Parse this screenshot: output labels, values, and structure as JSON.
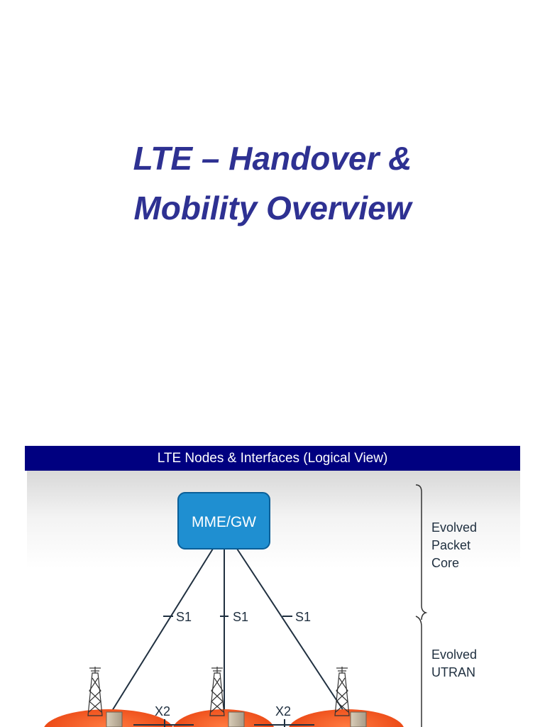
{
  "document": {
    "title_line1": "LTE – Handover &",
    "title_line2": "Mobility Overview"
  },
  "slide": {
    "header": "LTE Nodes & Interfaces (Logical View)",
    "core_node_label": "MME/GW",
    "interfaces": {
      "s1_left": "S1",
      "s1_center": "S1",
      "s1_right": "S1",
      "x2_left": "X2",
      "x2_right": "X2"
    },
    "sections": {
      "epc_line1": "Evolved",
      "epc_line2": "Packet",
      "epc_line3": "Core",
      "eutran_line1": "Evolved",
      "eutran_line2": "UTRAN"
    },
    "colors": {
      "header_bg": "#000080",
      "node_fill": "#1f8fd1",
      "cell_fill": "#f04a14",
      "title_text": "#2e3192"
    }
  }
}
